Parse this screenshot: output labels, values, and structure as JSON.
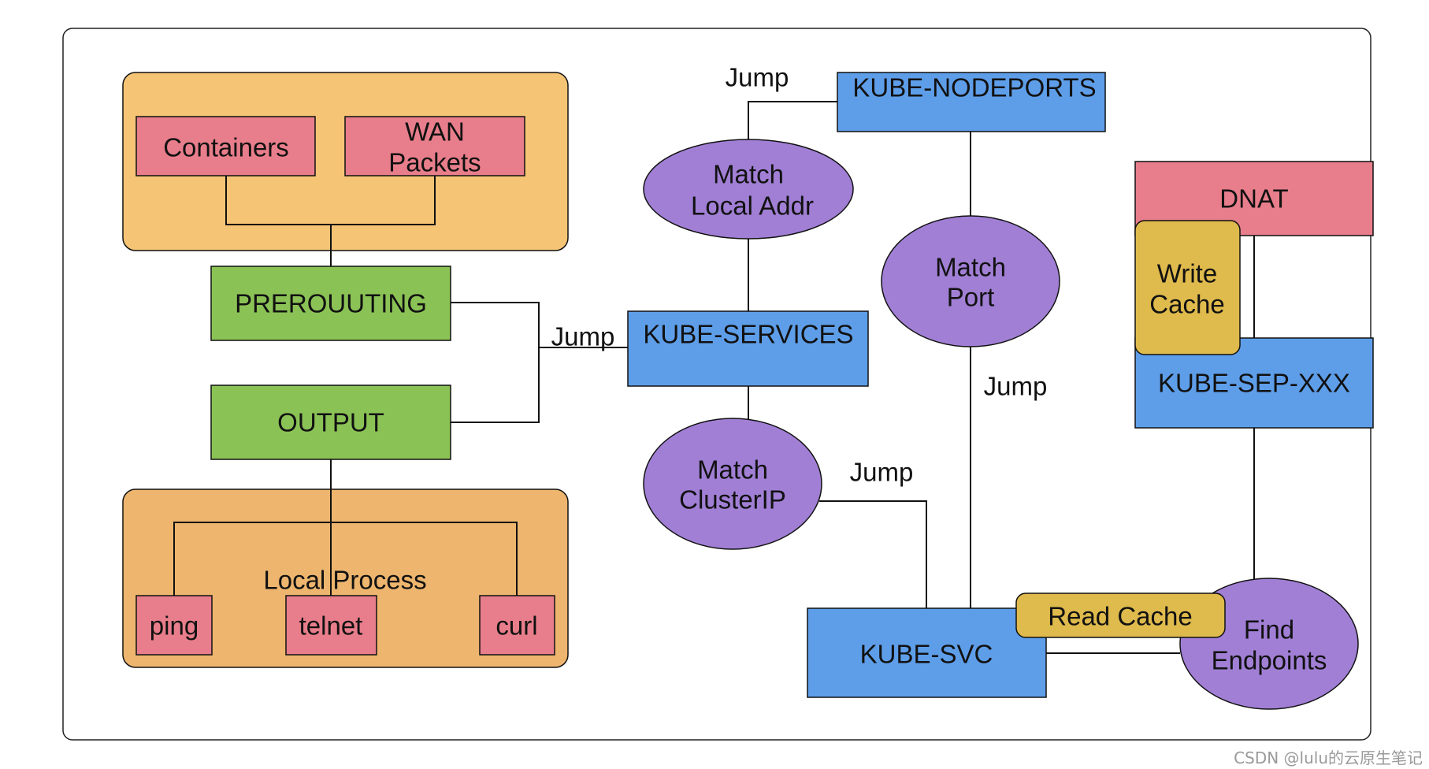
{
  "nodes": {
    "containers": "Containers",
    "wan_packets": [
      "WAN",
      "Packets"
    ],
    "prerouting": "PREROUUTING",
    "output": "OUTPUT",
    "local_process": "Local Process",
    "ping": "ping",
    "telnet": "telnet",
    "curl": "curl",
    "kube_nodeports": "KUBE-NODEPORTS",
    "match_local_addr": [
      "Match",
      "Local Addr"
    ],
    "kube_services": "KUBE-SERVICES",
    "match_clusterip": [
      "Match",
      "ClusterIP"
    ],
    "match_port": [
      "Match",
      "Port"
    ],
    "kube_svc": "KUBE-SVC",
    "read_cache": "Read Cache",
    "find_endpoints": [
      "Find",
      "Endpoints"
    ],
    "dnat": "DNAT",
    "write_cache": [
      "Write",
      "Cache"
    ],
    "kube_sep": "KUBE-SEP-XXX"
  },
  "edge_labels": {
    "jump_prerouting": "Jump",
    "jump_nodeports": "Jump",
    "jump_clusterip": "Jump",
    "jump_port": "Jump"
  },
  "watermark": "CSDN @lulu的云原生笔记",
  "colors": {
    "group_orange": "#f5c475",
    "group_orange_dark": "#edb56e",
    "pink": "#e87e8b",
    "green": "#8bc256",
    "blue": "#5e9ee9",
    "purple": "#a17fd5",
    "gold": "#dfba4c",
    "line": "#111111"
  }
}
